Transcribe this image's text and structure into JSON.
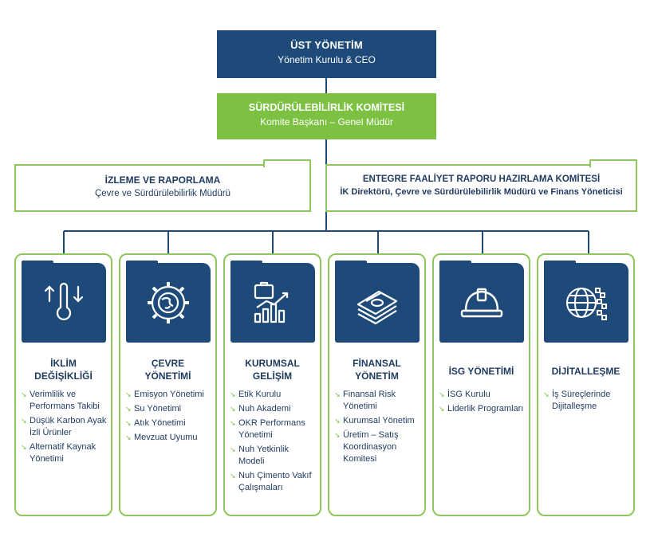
{
  "top": {
    "title": "ÜST YÖNETİM",
    "subtitle": "Yönetim Kurulu & CEO"
  },
  "committee": {
    "title": "SÜRDÜRÜLEBİLİRLİK KOMİTESİ",
    "subtitle": "Komite Başkanı – Genel Müdür"
  },
  "monitoring": {
    "title": "İZLEME VE RAPORLAMA",
    "subtitle": "Çevre ve Sürdürülebilirlik Müdürü"
  },
  "integrated": {
    "title": "ENTEGRE FAALİYET RAPORU HAZIRLAMA KOMİTESİ",
    "subtitle": "İK Direktörü, Çevre ve Sürdürülebilirlik Müdürü ve Finans Yöneticisi"
  },
  "colors": {
    "navy": "#1e4a7a",
    "green": "#7cc142",
    "border": "#8dc75a",
    "text": "#1e3a5f"
  },
  "cards": [
    {
      "icon": "thermometer-icon",
      "title_1": "İKLİM",
      "title_2": "DEĞİŞİKLİĞİ",
      "items": [
        "Verimlilik ve Performans Takibi",
        "Düşük Karbon Ayak İzli Ürünler",
        "Alternatif Kaynak Yönetimi"
      ]
    },
    {
      "icon": "globe-gear-icon",
      "title_1": "ÇEVRE",
      "title_2": "YÖNETİMİ",
      "items": [
        "Emisyon Yönetimi",
        "Su Yönetimi",
        "Atık Yönetimi",
        "Mevzuat Uyumu"
      ]
    },
    {
      "icon": "briefcase-growth-icon",
      "title_1": "KURUMSAL",
      "title_2": "GELİŞİM",
      "items": [
        "Etik Kurulu",
        "Nuh Akademi",
        "OKR Performans Yönetimi",
        "Nuh Yetkinlik Modeli",
        "Nuh Çimento Vakıf Çalışmaları"
      ]
    },
    {
      "icon": "money-stack-icon",
      "title_1": "FİNANSAL",
      "title_2": "YÖNETİM",
      "items": [
        "Finansal Risk Yönetimi",
        "Kurumsal Yönetim",
        "Üretim – Satış Koordinasyon Komitesi"
      ]
    },
    {
      "icon": "hard-hat-icon",
      "title_1": "İSG YÖNETİMİ",
      "title_2": "",
      "items": [
        "İSG Kurulu",
        "Liderlik Programları"
      ]
    },
    {
      "icon": "digital-globe-icon",
      "title_1": "DİJİTALLEŞME",
      "title_2": "",
      "items": [
        "İş Süreçlerinde Dijitalleşme"
      ]
    }
  ]
}
